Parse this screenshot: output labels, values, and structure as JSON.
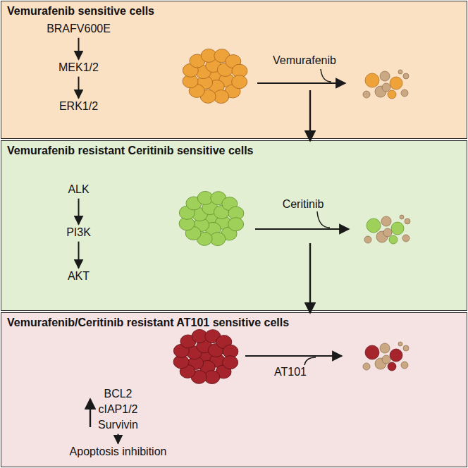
{
  "diagram": {
    "nodes": [
      {
        "text": [
          "Vemurafenib sensitive cells"
        ]
      },
      {
        "text": [
          "BRAFV600E"
        ],
        "in": 0
      },
      {
        "text": [
          "MEK1/2"
        ],
        "in": 0
      },
      {
        "text": [
          "ERK1/2"
        ],
        "in": 0
      },
      {
        "text": [
          "Vemurafenib resistant Ceritinib sensitive cells"
        ]
      },
      {
        "text": [
          "ALK"
        ],
        "in": 4
      },
      {
        "text": [
          "PI3K"
        ],
        "in": 4
      },
      {
        "text": [
          "AKT"
        ],
        "in": 4
      },
      {
        "text": [
          "Vemurafenib/Ceritinib resistant AT101 sensitive cells"
        ]
      },
      {
        "text": [
          "BCL2"
        ],
        "in": 8
      },
      {
        "text": [
          "cIAP1/2"
        ],
        "in": 8
      },
      {
        "text": [
          "Survivin"
        ],
        "in": 8
      },
      {
        "text": [
          "Apoptosis inhibition"
        ],
        "in": 8
      }
    ],
    "edges": [
      {
        "from": 1,
        "to": 2,
        "arrow": "to"
      },
      {
        "from": 2,
        "to": 3,
        "arrow": "to"
      },
      {
        "from": 0,
        "to": 4,
        "arrow": "to"
      },
      {
        "from": 5,
        "to": 6,
        "arrow": "to"
      },
      {
        "from": 6,
        "to": 7,
        "arrow": "to"
      },
      {
        "from": 4,
        "to": 8,
        "arrow": "to"
      },
      {
        "from": 11,
        "to": 12,
        "arrow": "to"
      }
    ],
    "labels": [
      "Vemurafenib",
      "Ceritinib",
      "AT101"
    ]
  }
}
